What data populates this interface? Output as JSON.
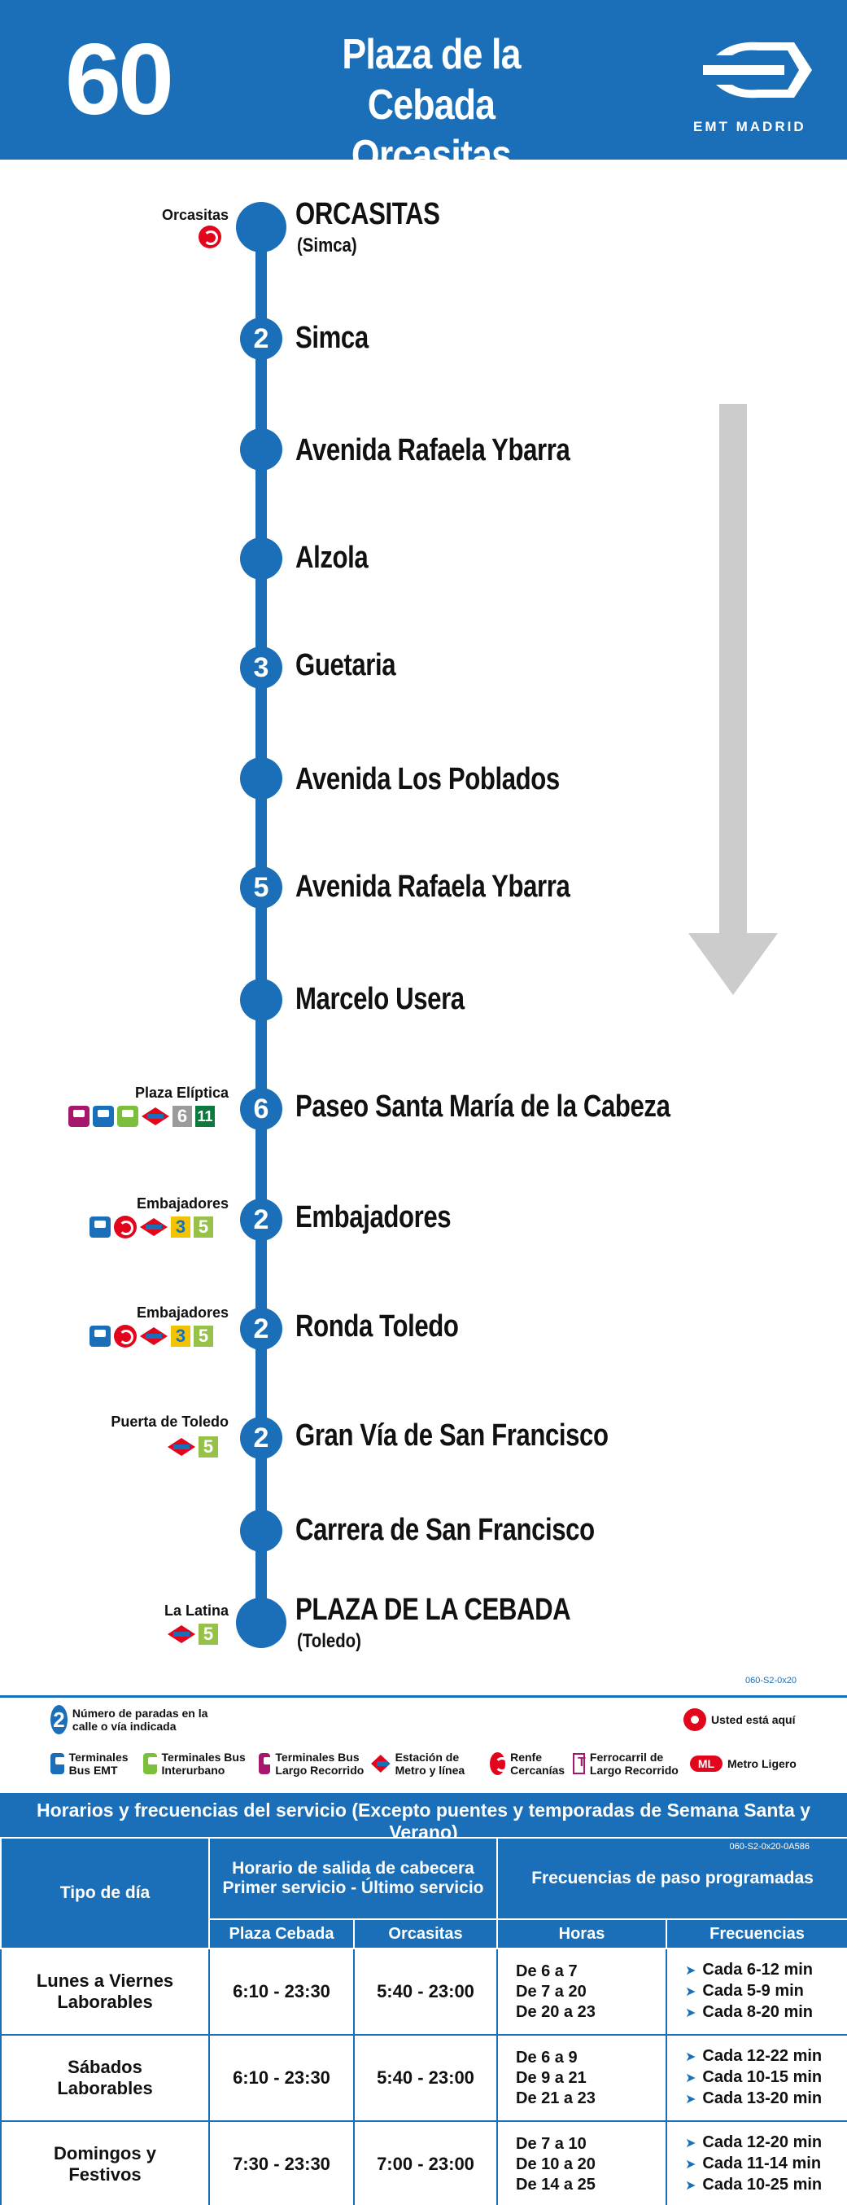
{
  "header": {
    "line_number": "60",
    "title_line1": "Plaza de la Cebada",
    "title_line2": "Orcasitas",
    "brand": "EMT MADRID"
  },
  "colors": {
    "primary": "#1a6fb8",
    "renfe": "#e2051b",
    "arrow": "#cccccc",
    "metro3": "#f2c400",
    "metro5": "#97c24a",
    "metro6": "#9b9b9b",
    "metro11": "#0c7a3c"
  },
  "stops": [
    {
      "name": "ORCASITAS",
      "sub": "(Simca)",
      "badge": "",
      "conn_label": "Orcasitas"
    },
    {
      "name": "Simca",
      "badge": "2"
    },
    {
      "name": "Avenida Rafaela Ybarra",
      "badge": ""
    },
    {
      "name": "Alzola",
      "badge": ""
    },
    {
      "name": "Guetaria",
      "badge": "3"
    },
    {
      "name": "Avenida Los Poblados",
      "badge": ""
    },
    {
      "name": "Avenida Rafaela Ybarra",
      "badge": "5"
    },
    {
      "name": "Marcelo Usera",
      "badge": ""
    },
    {
      "name": "Paseo Santa María de la Cabeza",
      "badge": "6",
      "conn_label": "Plaza Elíptica",
      "metro_lines": [
        "6",
        "11"
      ]
    },
    {
      "name": "Embajadores",
      "badge": "2",
      "conn_label": "Embajadores",
      "metro_lines": [
        "3",
        "5"
      ]
    },
    {
      "name": "Ronda Toledo",
      "badge": "2",
      "conn_label": "Embajadores",
      "metro_lines": [
        "3",
        "5"
      ]
    },
    {
      "name": "Gran Vía de San Francisco",
      "badge": "2",
      "conn_label": "Puerta de Toledo",
      "metro_lines": [
        "5"
      ]
    },
    {
      "name": "Carrera de San Francisco",
      "badge": ""
    },
    {
      "name": "PLAZA DE LA CEBADA",
      "sub": "(Toledo)",
      "badge": "",
      "conn_label": "La Latina",
      "metro_lines": [
        "5"
      ]
    }
  ],
  "legend": {
    "code": "060-S2-0x20",
    "num_stops": "Número de paradas en la calle o vía indicada",
    "you_are_here": "Usted está aquí",
    "terminal_emt": "Terminales Bus EMT",
    "terminal_interurbano": "Terminales Bus Interurbano",
    "terminal_largo": "Terminales Bus Largo Recorrido",
    "metro": "Estación de Metro y línea",
    "renfe": "Renfe Cercanías",
    "ferrocarril": "Ferrocarril de Largo Recorrido",
    "metro_ligero": "Metro Ligero",
    "ml_icon_text": "ML"
  },
  "timetable": {
    "title": "Horarios y frecuencias del servicio (Excepto puentes y temporadas de Semana Santa y Verano)",
    "code": "060-S2-0x20-0A586",
    "col_tipo": "Tipo de día",
    "col_horario_l1": "Horario de salida de cabecera",
    "col_horario_l2": "Primer servicio - Último servicio",
    "col_freq": "Frecuencias de paso programadas",
    "sub_plaza": "Plaza Cebada",
    "sub_orcasitas": "Orcasitas",
    "sub_horas": "Horas",
    "sub_frecuencias": "Frecuencias",
    "rows": [
      {
        "tipo_l1": "Lunes a Viernes",
        "tipo_l2": "Laborables",
        "plaza": "6:10 - 23:30",
        "orcasitas": "5:40 - 23:00",
        "horas": [
          "De 6 a 7",
          "De 7 a 20",
          "De 20 a 23"
        ],
        "freq": [
          "Cada 6-12 min",
          "Cada 5-9 min",
          "Cada 8-20 min"
        ]
      },
      {
        "tipo_l1": "Sábados",
        "tipo_l2": "Laborables",
        "plaza": "6:10 - 23:30",
        "orcasitas": "5:40 - 23:00",
        "horas": [
          "De 6 a 9",
          "De 9 a 21",
          "De 21 a 23"
        ],
        "freq": [
          "Cada 12-22 min",
          "Cada 10-15 min",
          "Cada 13-20 min"
        ]
      },
      {
        "tipo_l1": "Domingos y",
        "tipo_l2": "Festivos",
        "plaza": "7:30 - 23:30",
        "orcasitas": "7:00 - 23:00",
        "horas": [
          "De 7 a 10",
          "De 10 a 20",
          "De 14 a 25"
        ],
        "freq": [
          "Cada 12-20 min",
          "Cada 11-14 min",
          "Cada 10-25 min"
        ]
      }
    ]
  }
}
